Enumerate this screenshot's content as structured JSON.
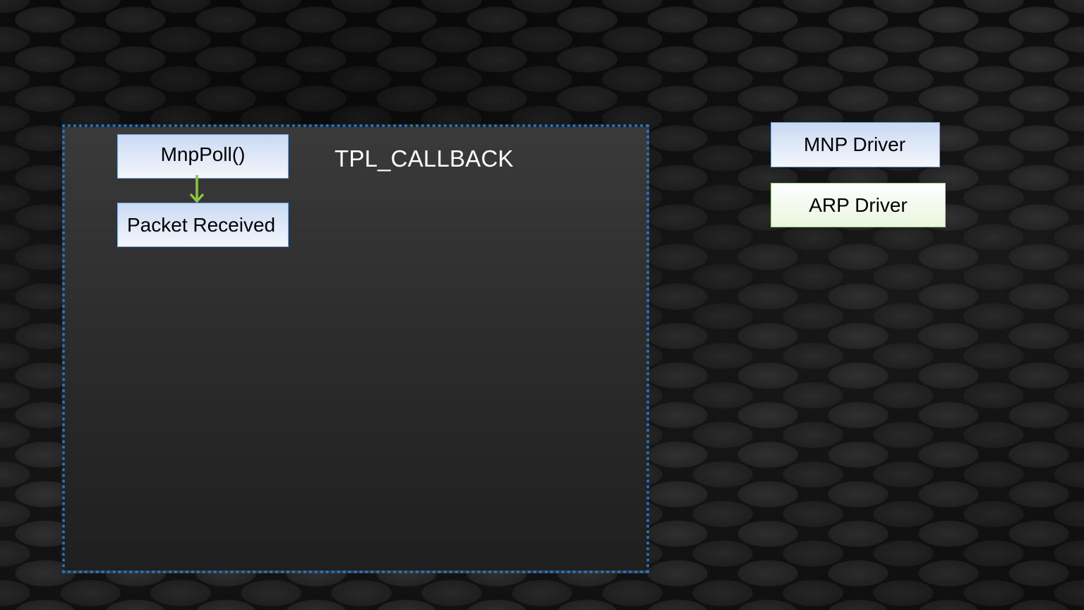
{
  "callback_region": {
    "label": "TPL_CALLBACK",
    "border_color": "#1f78c8"
  },
  "steps": {
    "poll": "MnpPoll()",
    "received": "Packet Received",
    "arrow_color": "#8cc63f"
  },
  "drivers": {
    "mnp": "MNP Driver",
    "arp": "ARP Driver"
  }
}
